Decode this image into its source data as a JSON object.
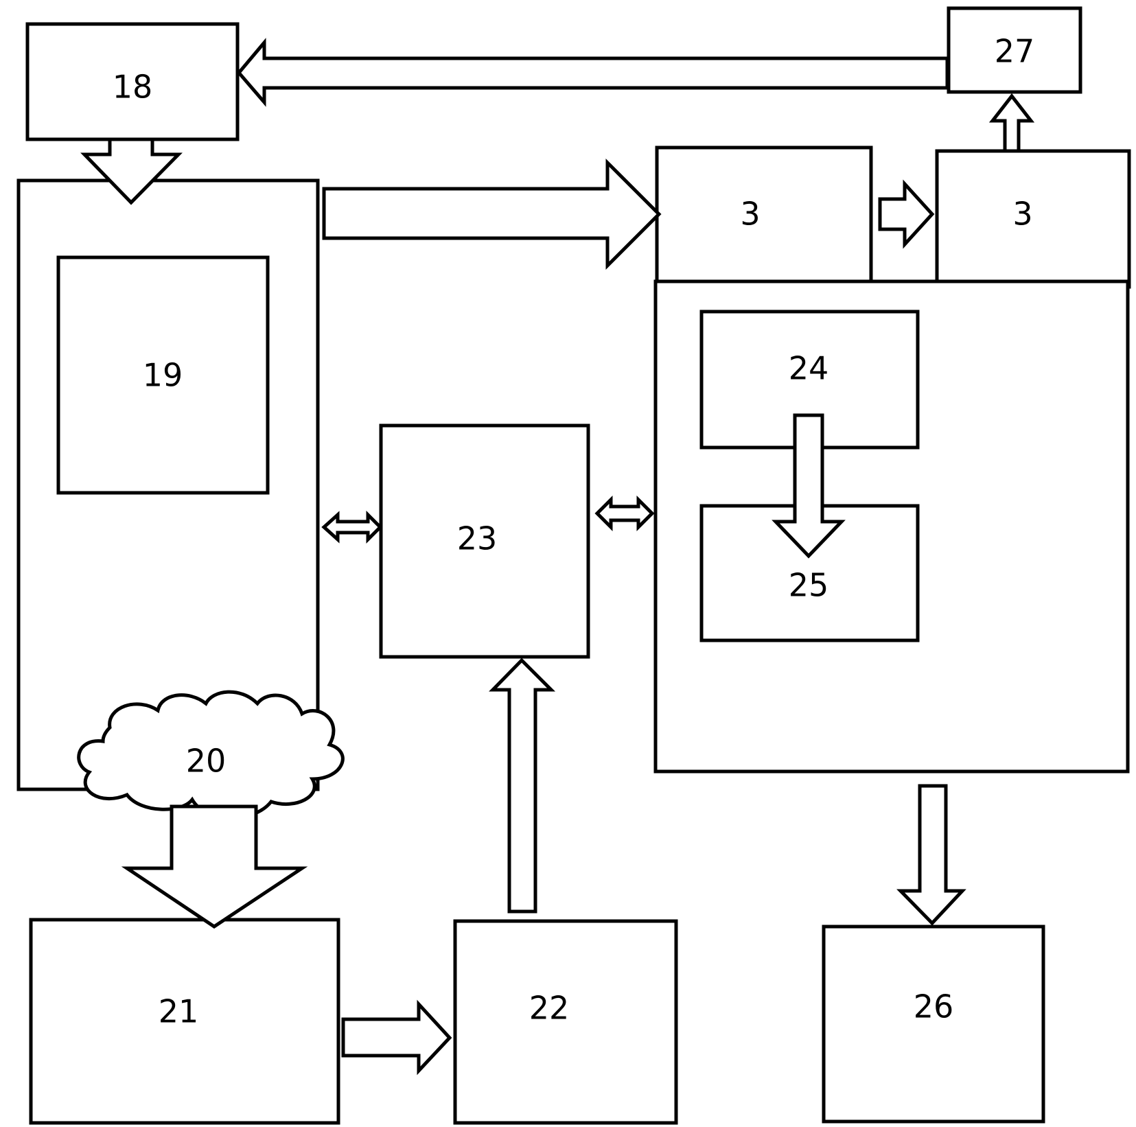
{
  "diagram": {
    "labels": {
      "n18": "18",
      "n19": "19",
      "n20": "20",
      "n21": "21",
      "n22": "22",
      "n23": "23",
      "n24": "24",
      "n25": "25",
      "n26": "26",
      "n27": "27",
      "n3_left": "3",
      "n3_right": "3"
    },
    "connections": [
      {
        "from": "27",
        "to": "18",
        "kind": "single-arrow"
      },
      {
        "from": "18",
        "to": "left-unit",
        "kind": "single-arrow"
      },
      {
        "from": "left-unit",
        "to": "3",
        "kind": "single-arrow"
      },
      {
        "from": "3",
        "to": "3",
        "kind": "single-arrow"
      },
      {
        "from": "3",
        "to": "27",
        "kind": "single-arrow"
      },
      {
        "from": "left-unit",
        "to": "23",
        "kind": "double-arrow"
      },
      {
        "from": "23",
        "to": "right-unit",
        "kind": "double-arrow"
      },
      {
        "from": "24",
        "to": "25",
        "kind": "single-arrow"
      },
      {
        "from": "20",
        "to": "21",
        "kind": "single-arrow"
      },
      {
        "from": "21",
        "to": "22",
        "kind": "single-arrow"
      },
      {
        "from": "22",
        "to": "23",
        "kind": "single-arrow"
      },
      {
        "from": "right-unit",
        "to": "26",
        "kind": "single-arrow"
      }
    ],
    "colors": {
      "stroke": "#000000",
      "fill": "#ffffff"
    }
  }
}
